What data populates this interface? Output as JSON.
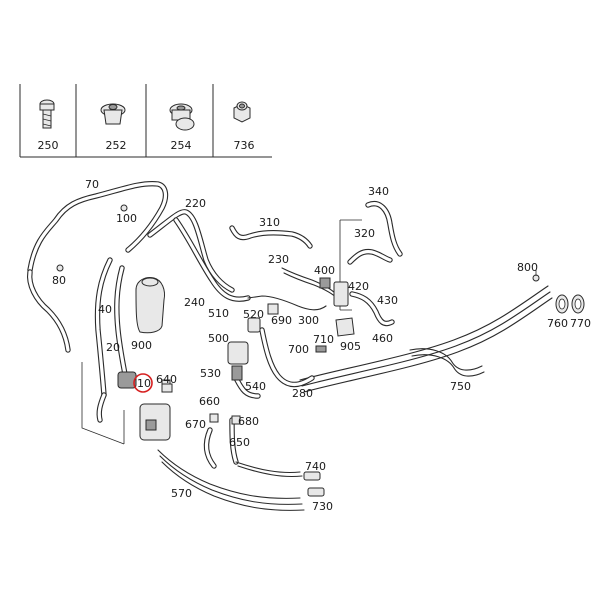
{
  "legend": [
    {
      "label": "250",
      "icon": "torx-bolt-icon"
    },
    {
      "label": "252",
      "icon": "rivet-nut-icon"
    },
    {
      "label": "254",
      "icon": "expansion-rivet-icon"
    },
    {
      "label": "736",
      "icon": "hex-nut-icon"
    }
  ],
  "labels": {
    "p10": "10",
    "p20": "20",
    "p40": "40",
    "p70": "70",
    "p80": "80",
    "p100": "100",
    "p220": "220",
    "p230": "230",
    "p240": "240",
    "p280": "280",
    "p300": "300",
    "p310": "310",
    "p320": "320",
    "p340": "340",
    "p400": "400",
    "p420": "420",
    "p430": "430",
    "p460": "460",
    "p500": "500",
    "p510": "510",
    "p520": "520",
    "p530": "530",
    "p540": "540",
    "p570": "570",
    "p640": "640",
    "p650": "650",
    "p660": "660",
    "p670": "670",
    "p680": "680",
    "p690": "690",
    "p700": "700",
    "p710": "710",
    "p730": "730",
    "p740": "740",
    "p750": "750",
    "p760": "760",
    "p770": "770",
    "p800": "800",
    "p900": "900",
    "p905": "905"
  },
  "highlighted_part": "10",
  "colors": {
    "highlight": "#d62020",
    "line": "#2b2b2b",
    "background": "#ffffff"
  }
}
